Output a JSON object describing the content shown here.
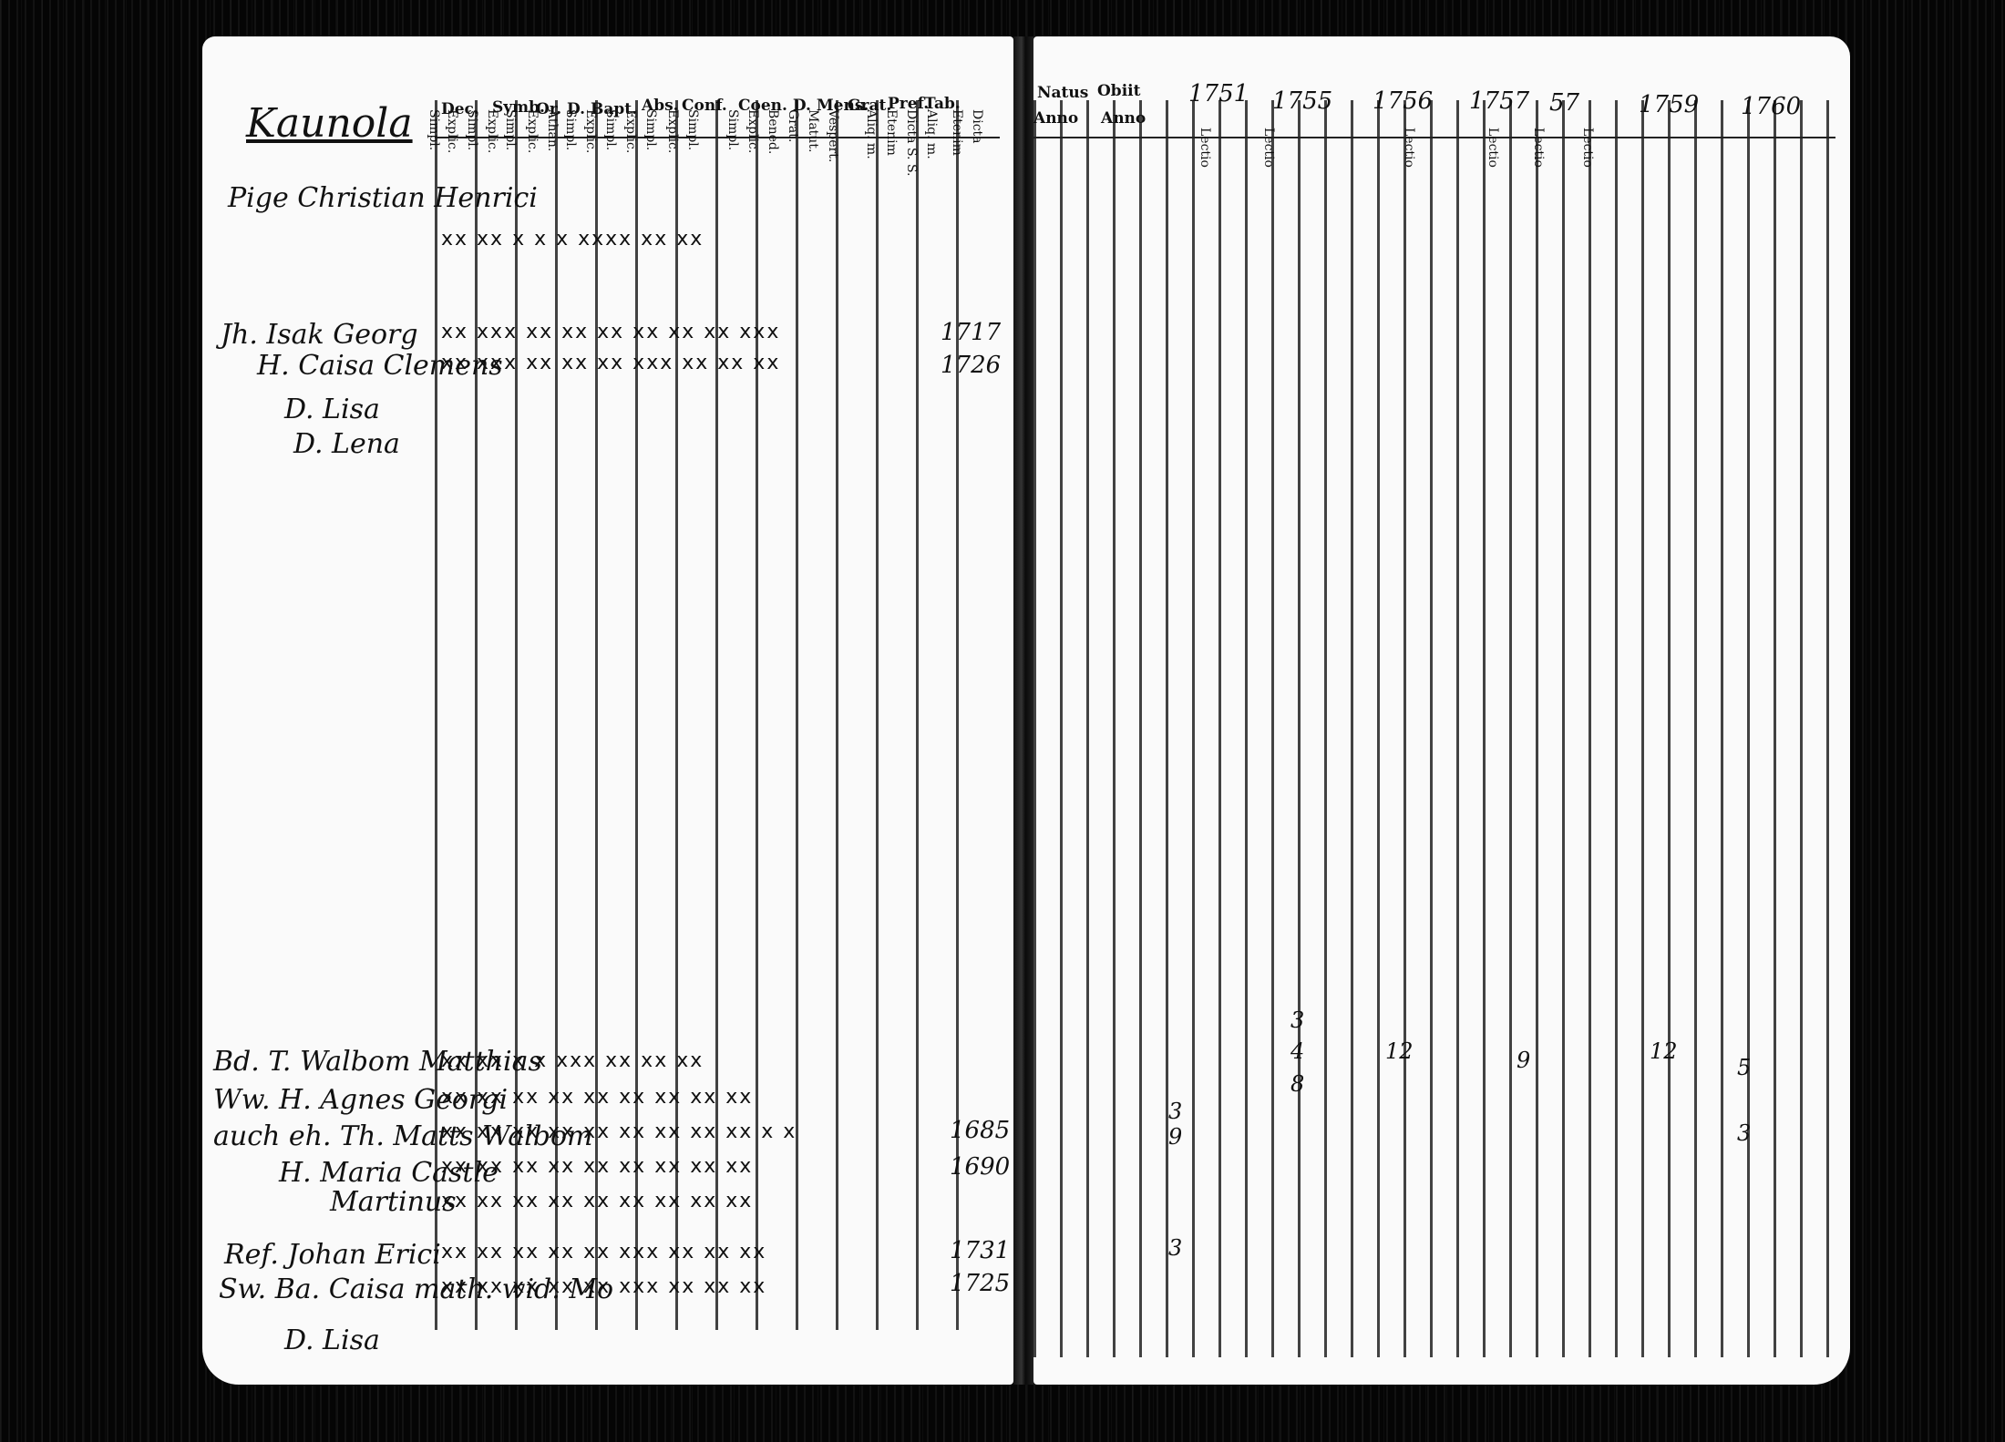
{
  "left": {
    "parish": "Kaunola",
    "headers": [
      "Dec.",
      "Symb.",
      "Or. D. Bapt.",
      "Abs.",
      "Conf.",
      "Coen. D. Mens.",
      "Grat.",
      "Pref.",
      "Tab."
    ],
    "subheaders": [
      "Simpl.",
      "Explic.",
      "Simpl.",
      "Explic.",
      "Simpl.",
      "Explic.",
      "Athan.",
      "Simpl.",
      "Explic.",
      "Simpl.",
      "Explic.",
      "Simpl.",
      "Explic.",
      "Simpl.",
      "Simpl.",
      "Explic.",
      "Bened.",
      "Grat.",
      "Matut.",
      "Vespert.",
      "Aliq. m.",
      "Etenim",
      "Dicta S. S.",
      "Aliq. m.",
      "Etenim",
      "Dicta"
    ],
    "household1": [
      "Pige Christian Henrici",
      "Jh. Isak Georg",
      "H. Caisa Clemens",
      "D. Lisa",
      "D. Lena"
    ],
    "household2": [
      "Bd. T. Walbom Matthias",
      "Ww. H. Agnes Georgi",
      "auch eh. Th. Matts Walbom",
      "H. Maria Castle",
      "Martinus",
      "Ref. Johan Erici",
      "Sw. Ba. Caisa math. wid. Mo",
      "D. Lisa"
    ],
    "marks": {
      "h1_0": "xx xx  x  x  x  xxxx  xx xx",
      "h1_1": "xx xxx xx xx xx xx xx xx xxx",
      "h1_2": "xx xxx xx xx xx xxx xx xx xx",
      "h2_0": "xx  xx  x  x   xxx xx xx xx",
      "h2_1": "xx  xx  xx xx xx xx xx xx xx",
      "h2_2": "xx  xx  xx xx xx xx xx xx xx x  x",
      "h2_3": "xx  xx  xx xx xx xx xx xx xx",
      "h2_4": "xx  xx  xx xx xx xx xx xx xx",
      "h2_5": "xx  xx  xx xx xx xxx xx xx xx",
      "h2_6": "xx  xx  xx xx xx xxx xx xx xx"
    },
    "years": [
      "1717",
      "1726",
      "1685",
      "1690",
      "1731",
      "1725"
    ]
  },
  "right": {
    "headers": [
      "Natus",
      "Obiit",
      "Anno",
      "Anno"
    ],
    "years": [
      "1751",
      "1755",
      "1756",
      "1757",
      "57",
      "1759",
      "1760"
    ],
    "subheaders": [
      "Lectio",
      "Lectio",
      "Lectio",
      "Lectio",
      "Lectio",
      "Lectio"
    ],
    "digits": [
      "3",
      "4",
      "8",
      "3",
      "9",
      "12",
      "9",
      "12",
      "5",
      "3",
      "3"
    ]
  }
}
